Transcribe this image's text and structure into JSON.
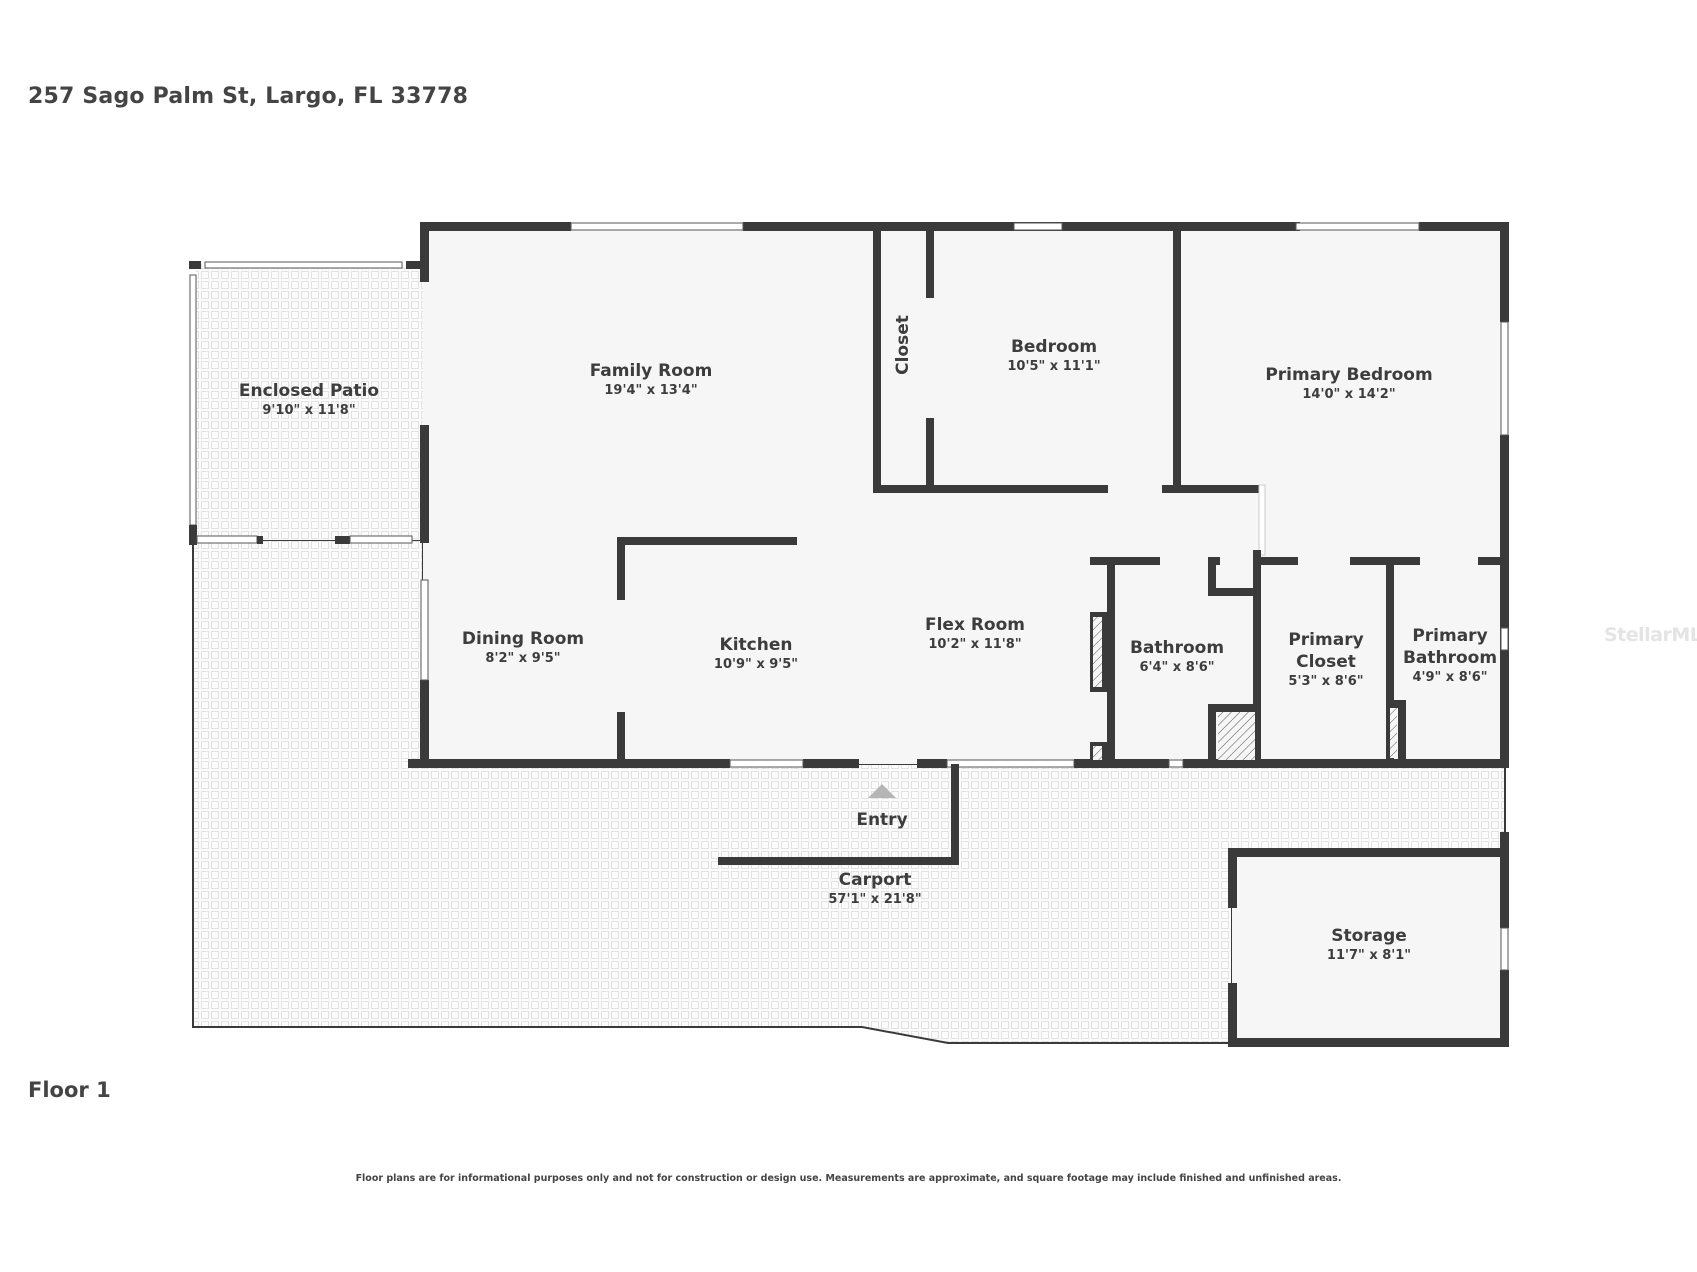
{
  "header": {
    "address": "257 Sago Palm St, Largo, FL 33778"
  },
  "floor": {
    "label": "Floor 1"
  },
  "footer": {
    "disclaimer": "Floor plans are for informational purposes only and not for construction or design use. Measurements are approximate, and square footage may include finished and unfinished areas."
  },
  "watermark": "StellarMLS",
  "colors": {
    "wall": "#3a3a3a",
    "floor": "#f6f6f6",
    "tile": "#e2e2e2",
    "entry_arrow": "#b5b5b5"
  },
  "rooms": [
    {
      "id": "enclosed-patio",
      "name": "Enclosed Patio",
      "dims": "9'10\" x 11'8\""
    },
    {
      "id": "family-room",
      "name": "Family Room",
      "dims": "19'4\" x 13'4\""
    },
    {
      "id": "closet",
      "name": "Closet",
      "dims": ""
    },
    {
      "id": "bedroom",
      "name": "Bedroom",
      "dims": "10'5\" x 11'1\""
    },
    {
      "id": "primary-bedroom",
      "name": "Primary Bedroom",
      "dims": "14'0\" x 14'2\""
    },
    {
      "id": "dining-room",
      "name": "Dining Room",
      "dims": "8'2\" x 9'5\""
    },
    {
      "id": "kitchen",
      "name": "Kitchen",
      "dims": "10'9\" x 9'5\""
    },
    {
      "id": "flex-room",
      "name": "Flex Room",
      "dims": "10'2\" x 11'8\""
    },
    {
      "id": "bathroom",
      "name": "Bathroom",
      "dims": "6'4\" x 8'6\""
    },
    {
      "id": "primary-closet",
      "name": "Primary Closet",
      "name_lines": [
        "Primary",
        "Closet"
      ],
      "dims": "5'3\" x 8'6\""
    },
    {
      "id": "primary-bathroom",
      "name": "Primary Bathroom",
      "name_lines": [
        "Primary",
        "Bathroom"
      ],
      "dims": "4'9\" x 8'6\""
    },
    {
      "id": "entry",
      "name": "Entry",
      "dims": ""
    },
    {
      "id": "carport",
      "name": "Carport",
      "dims": "57'1\" x 21'8\""
    },
    {
      "id": "storage",
      "name": "Storage",
      "dims": "11'7\" x 8'1\""
    }
  ]
}
